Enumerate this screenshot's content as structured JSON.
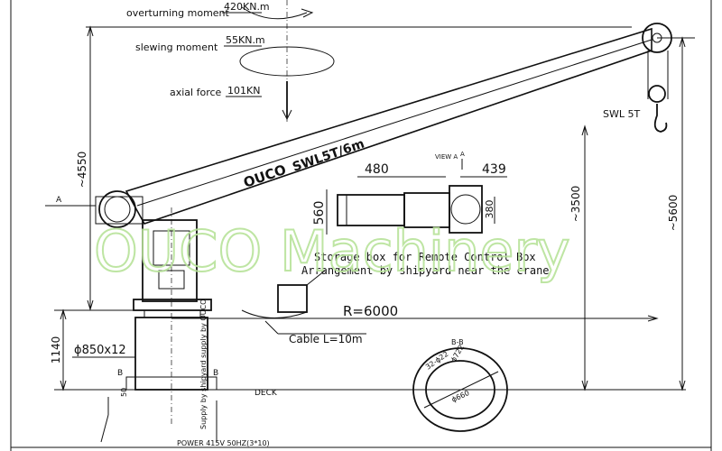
{
  "loads": {
    "overturning_label": "overturning moment",
    "overturning_value": "420KN.m",
    "slewing_label": "slewing moment",
    "slewing_value": "55KN.m",
    "axial_label": "axial force",
    "axial_value": "101KN"
  },
  "boom": {
    "brand": "OUCO",
    "rating": "SWL5T/6m",
    "hook_label": "SWL 5T"
  },
  "dimensions": {
    "height_4550": "~4550",
    "height_3500": "~3500",
    "height_5600": "~5600",
    "pedestal_1140": "1140",
    "pedestal_dia": "ϕ850x12",
    "radius": "R=6000",
    "winch_480": "480",
    "winch_439": "439",
    "winch_560": "560",
    "winch_380": "380",
    "small_50": "50"
  },
  "labels": {
    "view_a": "VIEW A",
    "section_a_left": "A",
    "section_a_top": "A",
    "section_b_left": "B",
    "section_b_right": "B",
    "section_bb": "B-B",
    "storage_box": "Storage box for Remote Control Box",
    "arrangement": "Arrangement by shipyard near the crane",
    "cable": "Cable L=10m",
    "deck": "DECK",
    "supply_shipyard": "Supply by shipyard supply by OUCO",
    "power": "POWER 415V 50HZ(3*10)",
    "bolt_circle": "ϕ722",
    "bolt_spec": "32-ϕ22",
    "ring_dia": "ϕ660"
  },
  "watermark": "OUCO Machinery",
  "colors": {
    "line": "#111111",
    "watermark": "#b8e39a"
  }
}
